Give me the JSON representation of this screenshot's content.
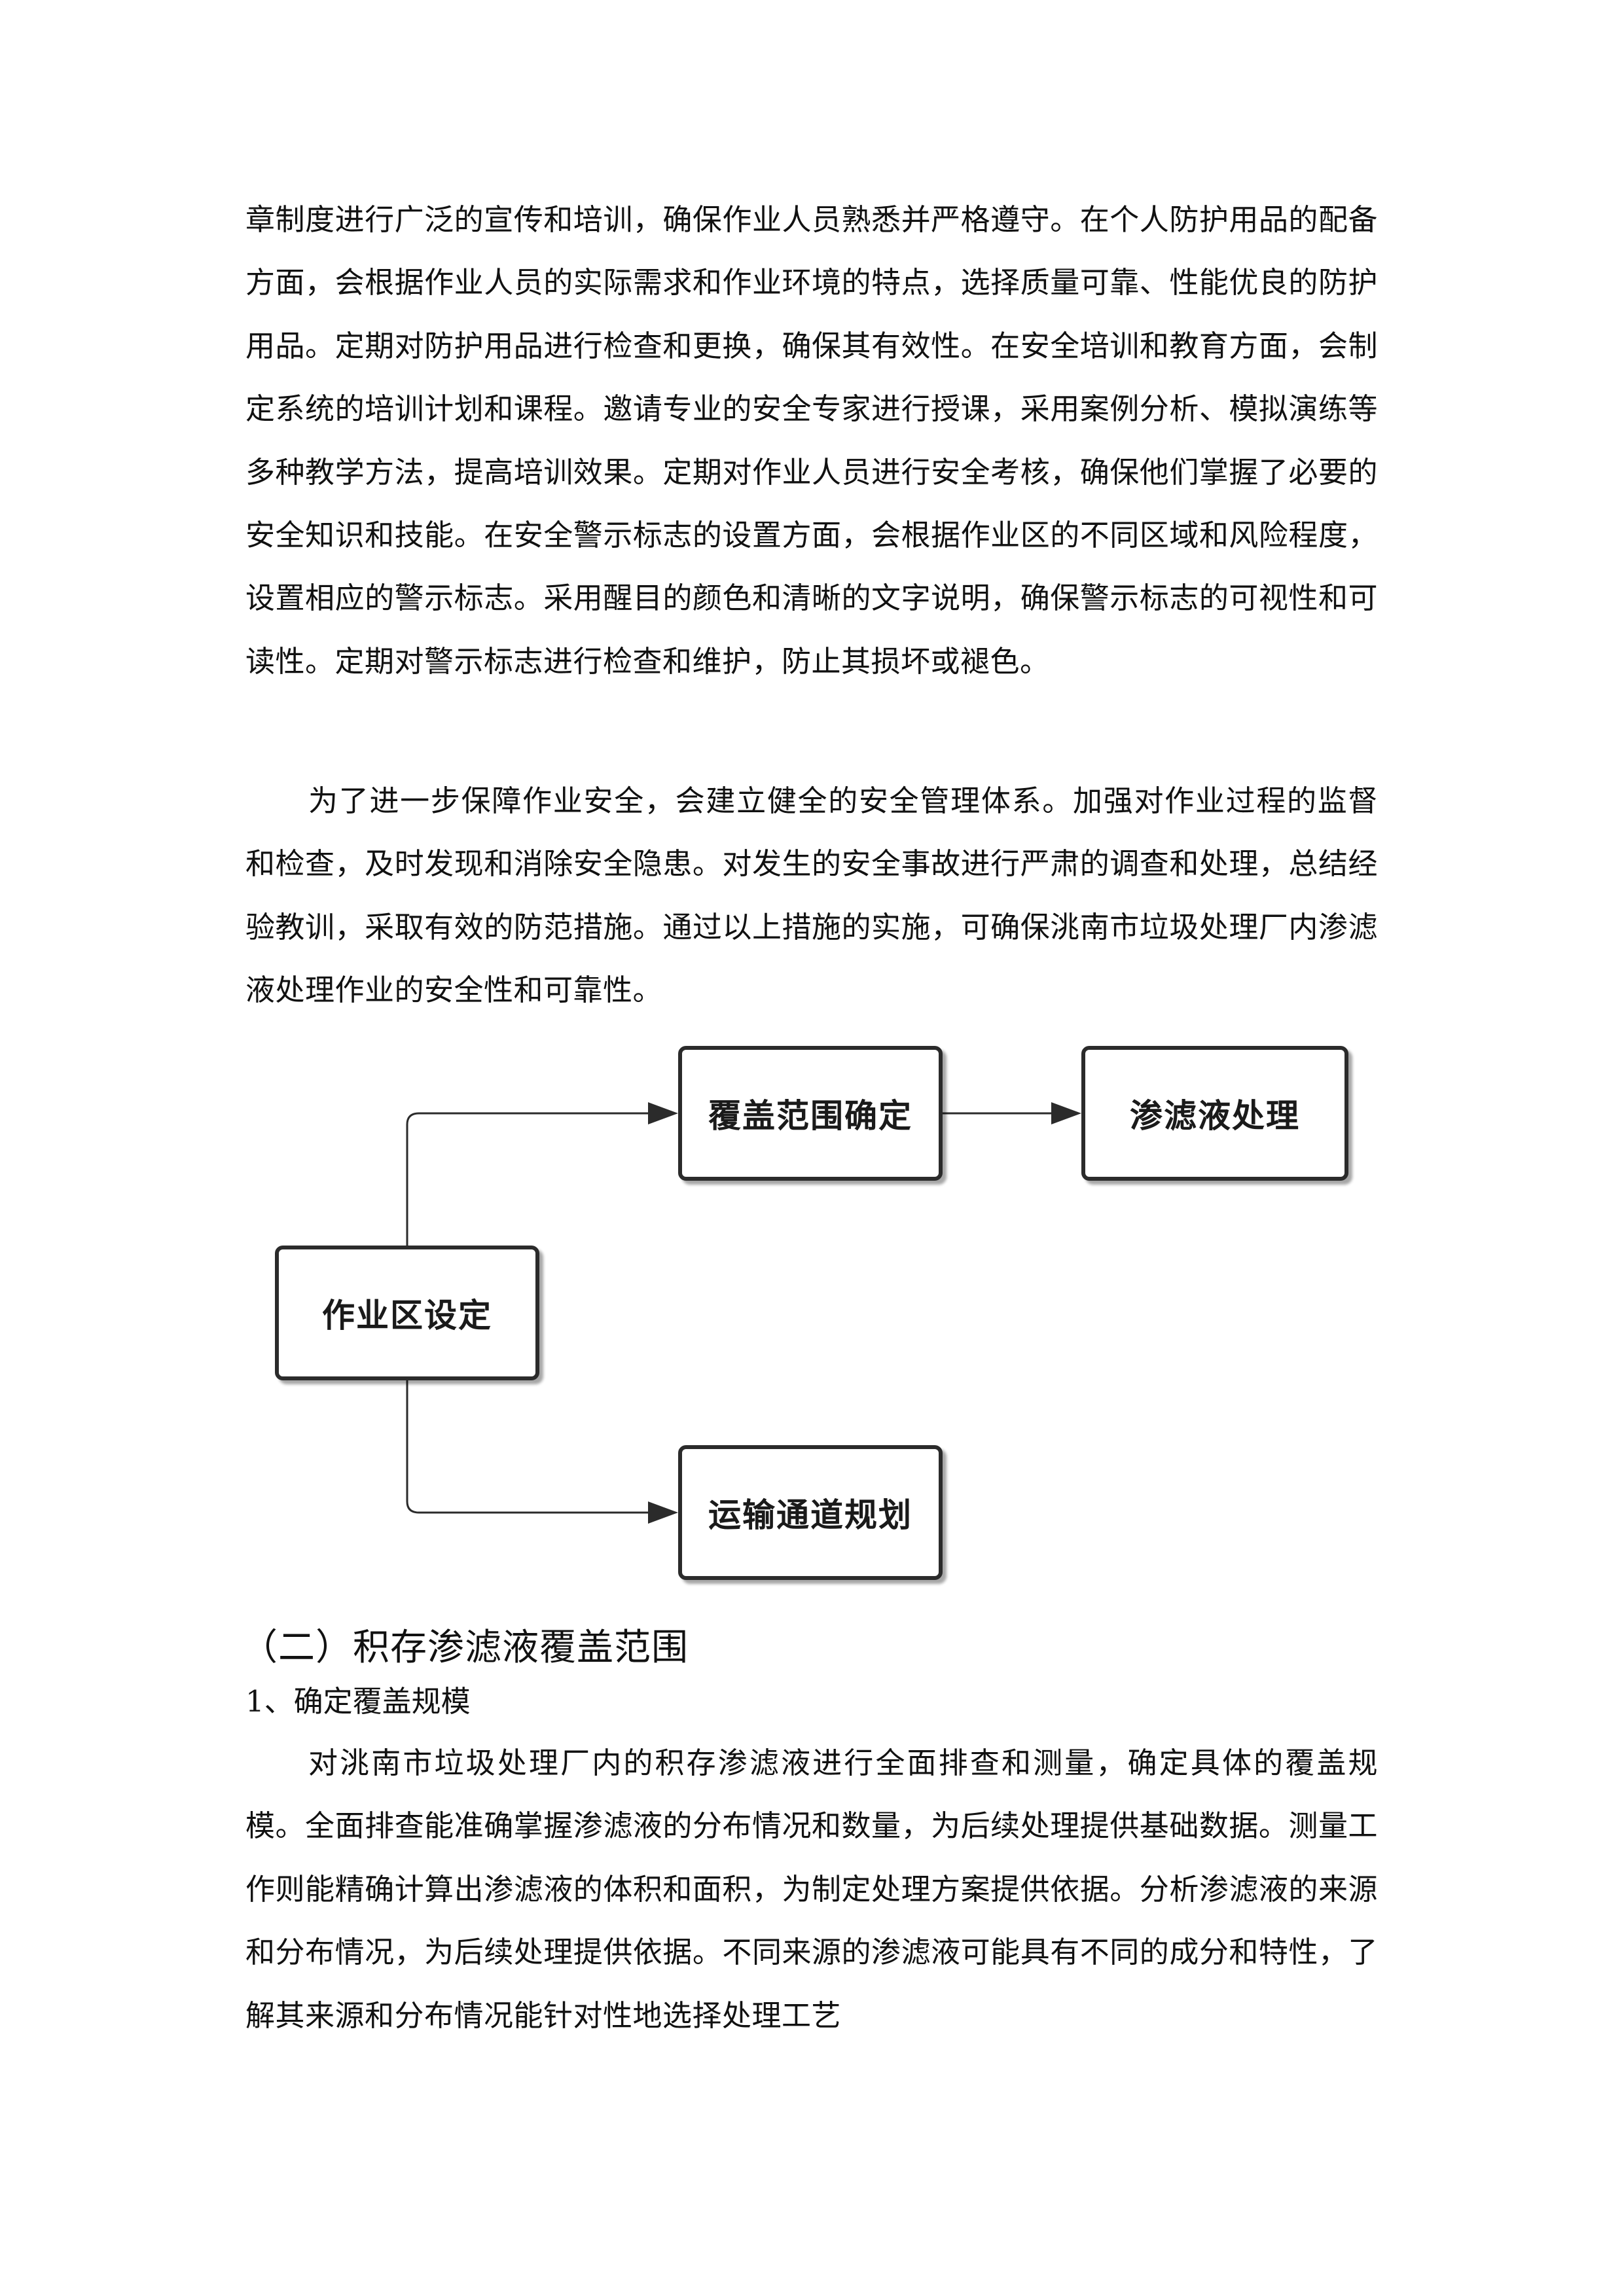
{
  "body": {
    "paragraph_1": "章制度进行广泛的宣传和培训，确保作业人员熟悉并严格遵守。在个人防护用品的配备方面，会根据作业人员的实际需求和作业环境的特点，选择质量可靠、性能优良的防护用品。定期对防护用品进行检查和更换，确保其有效性。在安全培训和教育方面，会制定系统的培训计划和课程。邀请专业的安全专家进行授课，采用案例分析、模拟演练等多种教学方法，提高培训效果。定期对作业人员进行安全考核，确保他们掌握了必要的安全知识和技能。在安全警示标志的设置方面，会根据作业区的不同区域和风险程度，设置相应的警示标志。采用醒目的颜色和清晰的文字说明，确保警示标志的可视性和可读性。定期对警示标志进行检查和维护，防止其损坏或褪色。",
    "paragraph_2": "为了进一步保障作业安全，会建立健全的安全管理体系。加强对作业过程的监督和检查，及时发现和消除安全隐患。对发生的安全事故进行严肃的调查和处理，总结经验教训，采取有效的防范措施。通过以上措施的实施，可确保洮南市垃圾处理厂内渗滤液处理作业的安全性和可靠性。",
    "section_heading": "（二）积存渗滤液覆盖范围",
    "subheading": "1、确定覆盖规模",
    "paragraph_3": "对洮南市垃圾处理厂内的积存渗滤液进行全面排查和测量，确定具体的覆盖规模。全面排查能准确掌握渗滤液的分布情况和数量，为后续处理提供基础数据。测量工作则能精确计算出渗滤液的体积和面积，为制定处理方案提供依据。分析渗滤液的来源和分布情况，为后续处理提供依据。不同来源的渗滤液可能具有不同的成分和特性，了解其来源和分布情况能针对性地选择处理工艺"
  },
  "flowchart": {
    "nodes": {
      "work_zone": "作业区设定",
      "coverage": "覆盖范围确定",
      "leachate": "渗滤液处理",
      "transport": "运输通道规划"
    },
    "edges": [
      [
        "作业区设定",
        "覆盖范围确定"
      ],
      [
        "覆盖范围确定",
        "渗滤液处理"
      ],
      [
        "作业区设定",
        "运输通道规划"
      ]
    ],
    "line_color": "#2b2b2b"
  }
}
